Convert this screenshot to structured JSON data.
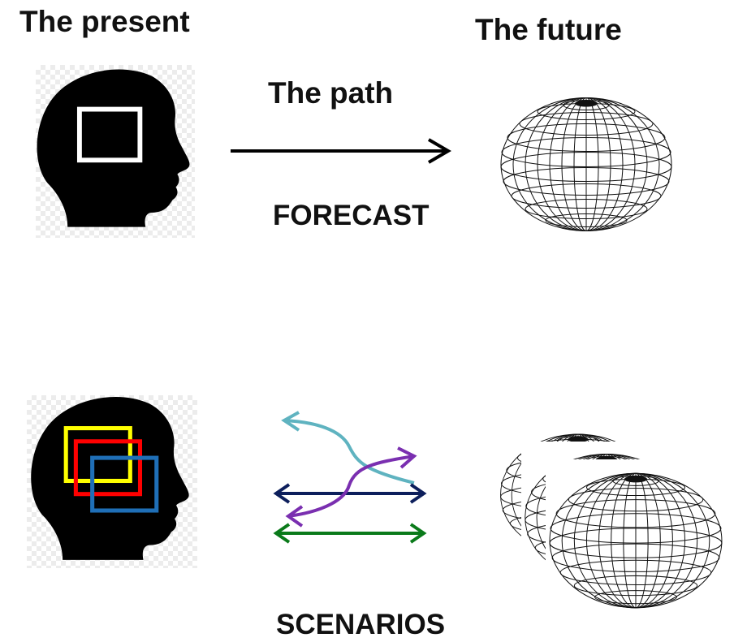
{
  "labels": {
    "present": "The present",
    "future": "The future",
    "path": "The path",
    "forecast": "FORECAST",
    "scenarios": "SCENARIOS"
  },
  "icons": {
    "head_top": "head-silhouette-icon",
    "globe": "wireframe-globe-icon",
    "arrow": "right-arrow-icon"
  },
  "colors": {
    "frame_single": "#ffffff",
    "frame_yellow": "#ffff00",
    "frame_red": "#ff0000",
    "frame_blue": "#1f6fb7",
    "arrow_teal": "#5fb3c0",
    "arrow_purple": "#7a2fb0",
    "arrow_navy": "#0d1f5c",
    "arrow_green": "#0a7a1a",
    "silhouette": "#000000"
  }
}
